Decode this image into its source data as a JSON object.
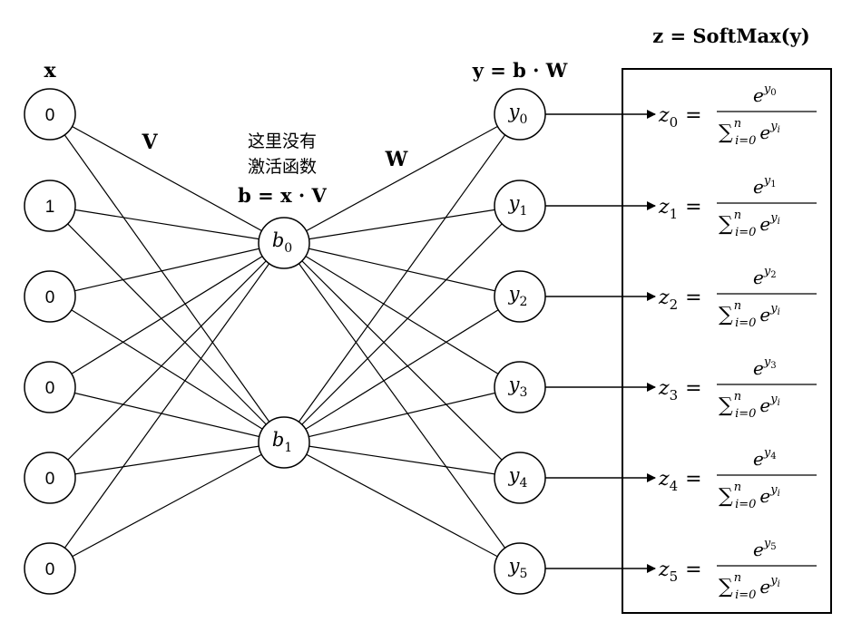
{
  "labels": {
    "input_header": "x",
    "v_label": "V",
    "w_label": "W",
    "note_line1": "这里没有",
    "note_line2": "激活函数",
    "b_formula": "b = x · V",
    "y_formula": "y = b · W",
    "z_formula": "z = SoftMax(y)"
  },
  "input_nodes": [
    "0",
    "1",
    "0",
    "0",
    "0",
    "0"
  ],
  "hidden_nodes": [
    {
      "base": "b",
      "sub": "0"
    },
    {
      "base": "b",
      "sub": "1"
    }
  ],
  "output_nodes": [
    {
      "base": "y",
      "sub": "0"
    },
    {
      "base": "y",
      "sub": "1"
    },
    {
      "base": "y",
      "sub": "2"
    },
    {
      "base": "y",
      "sub": "3"
    },
    {
      "base": "y",
      "sub": "4"
    },
    {
      "base": "y",
      "sub": "5"
    }
  ],
  "softmax": [
    {
      "z": "z",
      "zsub": "0",
      "eq": "=",
      "num_base": "e",
      "num_sup": "y",
      "num_sup_sub": "0",
      "sum": "∑",
      "sum_sup": "n",
      "sum_sub": "i=0",
      "den_base": "e",
      "den_sup": "y",
      "den_sup_sub": "i"
    },
    {
      "z": "z",
      "zsub": "1",
      "eq": "=",
      "num_base": "e",
      "num_sup": "y",
      "num_sup_sub": "1",
      "sum": "∑",
      "sum_sup": "n",
      "sum_sub": "i=0",
      "den_base": "e",
      "den_sup": "y",
      "den_sup_sub": "i"
    },
    {
      "z": "z",
      "zsub": "2",
      "eq": "=",
      "num_base": "e",
      "num_sup": "y",
      "num_sup_sub": "2",
      "sum": "∑",
      "sum_sup": "n",
      "sum_sub": "i=0",
      "den_base": "e",
      "den_sup": "y",
      "den_sup_sub": "i"
    },
    {
      "z": "z",
      "zsub": "3",
      "eq": "=",
      "num_base": "e",
      "num_sup": "y",
      "num_sup_sub": "3",
      "sum": "∑",
      "sum_sup": "n",
      "sum_sub": "i=0",
      "den_base": "e",
      "den_sup": "y",
      "den_sup_sub": "i"
    },
    {
      "z": "z",
      "zsub": "4",
      "eq": "=",
      "num_base": "e",
      "num_sup": "y",
      "num_sup_sub": "4",
      "sum": "∑",
      "sum_sup": "n",
      "sum_sub": "i=0",
      "den_base": "e",
      "den_sup": "y",
      "den_sup_sub": "i"
    },
    {
      "z": "z",
      "zsub": "5",
      "eq": "=",
      "num_base": "e",
      "num_sup": "y",
      "num_sup_sub": "5",
      "sum": "∑",
      "sum_sup": "n",
      "sum_sub": "i=0",
      "den_base": "e",
      "den_sup": "y",
      "den_sup_sub": "i"
    }
  ]
}
